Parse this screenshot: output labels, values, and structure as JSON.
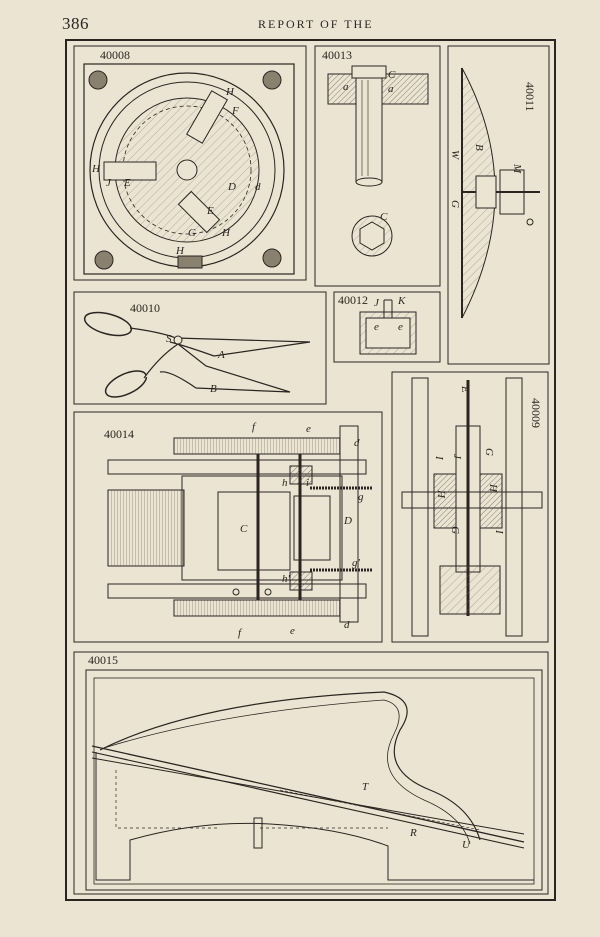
{
  "header": {
    "page_number": "386",
    "running_title": "REPORT OF THE"
  },
  "figures": [
    {
      "number": "40008",
      "letters": [
        "H",
        "F",
        "H",
        "J",
        "E",
        "D",
        "d",
        "E",
        "H",
        "G",
        "H"
      ]
    },
    {
      "number": "40013",
      "letters": [
        "C",
        "a",
        "a",
        "C"
      ]
    },
    {
      "number": "40011",
      "letters": [
        "M",
        "B",
        "W",
        "G"
      ]
    },
    {
      "number": "40010",
      "letters": [
        "S",
        "A",
        "B"
      ]
    },
    {
      "number": "40012",
      "letters": [
        "J",
        "K",
        "e",
        "e"
      ]
    },
    {
      "number": "40014",
      "letters": [
        "f",
        "e",
        "d",
        "h",
        "i",
        "g",
        "C",
        "D",
        "g'",
        "h'",
        "f",
        "e",
        "d"
      ]
    },
    {
      "number": "40009",
      "letters": [
        "E",
        "G",
        "J",
        "H",
        "I",
        "H",
        "G",
        "I"
      ]
    },
    {
      "number": "40015",
      "letters": [
        "T",
        "R",
        "U"
      ]
    }
  ]
}
